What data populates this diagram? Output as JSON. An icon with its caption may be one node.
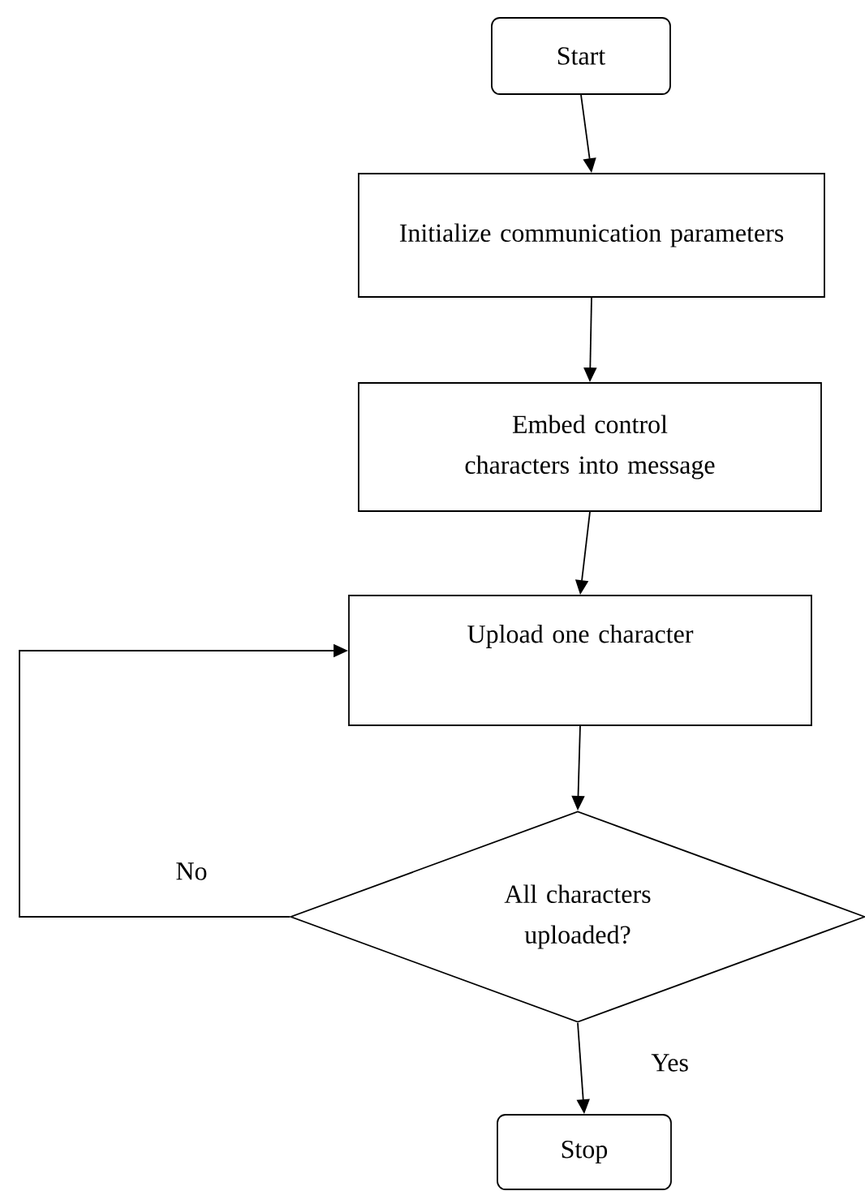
{
  "diagram": {
    "nodes": [
      {
        "text": [
          "Start"
        ]
      },
      {
        "text": [
          "Initialize communication parameters"
        ]
      },
      {
        "text": [
          "Embed control characters into message"
        ]
      },
      {
        "text": [
          "Upload one character"
        ]
      },
      {
        "text": [
          "All characters uploaded?"
        ]
      },
      {
        "text": [
          "Stop"
        ]
      }
    ],
    "edges": [
      {
        "from": 0,
        "to": 1,
        "arrow": "to"
      },
      {
        "from": 1,
        "to": 2,
        "arrow": "to"
      },
      {
        "from": 2,
        "to": 3,
        "arrow": "to"
      },
      {
        "from": 3,
        "to": 4,
        "arrow": "to"
      },
      {
        "from": 4,
        "to": 5,
        "arrow": "to",
        "label": "Yes"
      },
      {
        "from": 4,
        "to": 3,
        "arrow": "to",
        "label": "No"
      }
    ]
  }
}
